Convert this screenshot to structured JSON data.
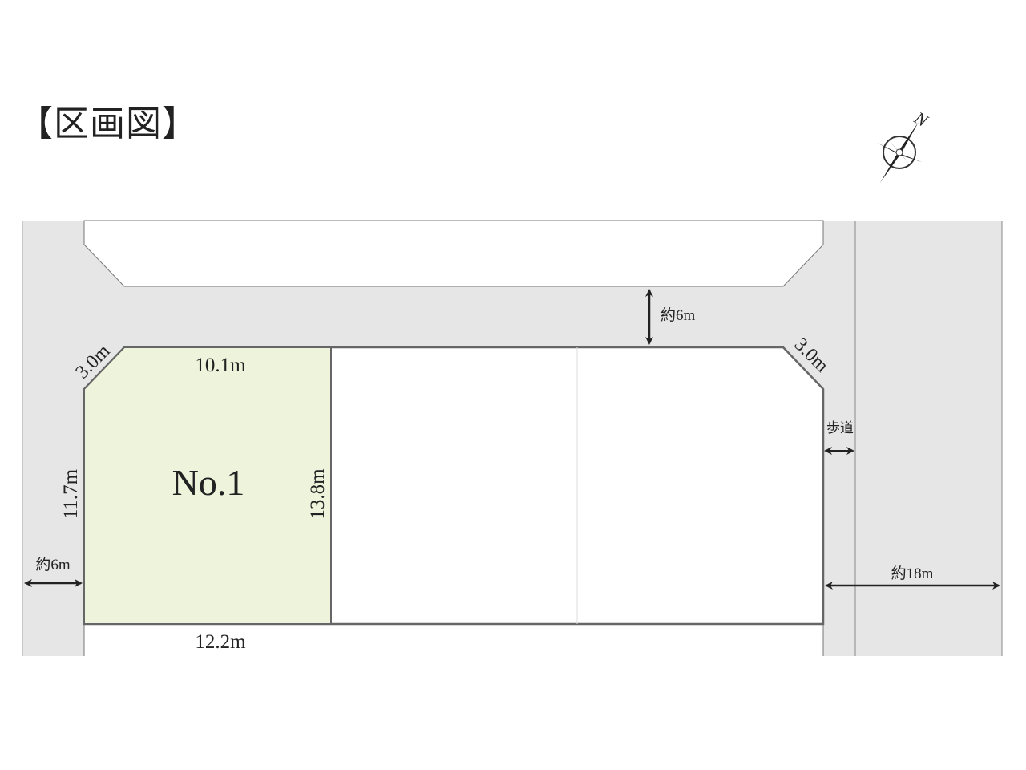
{
  "title": "【区画図】",
  "compass": {
    "label": "N"
  },
  "lot": {
    "name": "No.1",
    "top": "10.1m",
    "left": "11.7m",
    "right": "13.8m",
    "bottom": "12.2m",
    "corner_left": "3.0m",
    "corner_right": "3.0m"
  },
  "roads": {
    "top_width": "約6m",
    "left_width": "約6m",
    "right_width": "約18m",
    "sidewalk": "歩道"
  },
  "colors": {
    "road": "#e6e6e6",
    "lot_fill": "#eef3dc",
    "line": "#555555"
  }
}
